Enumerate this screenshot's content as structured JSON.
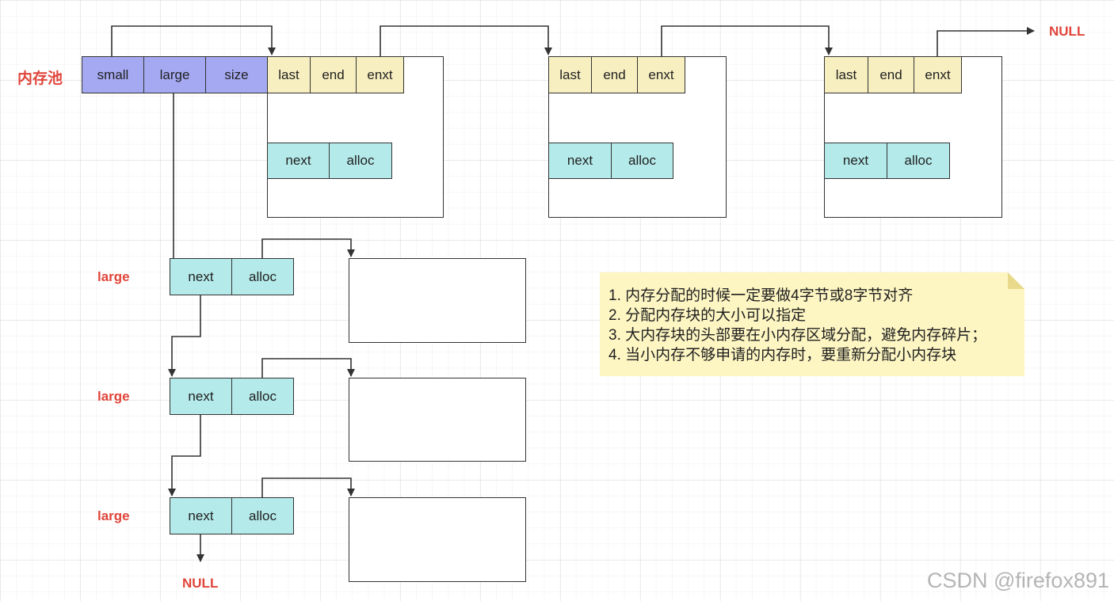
{
  "pool_label": "内存池",
  "pool_fields": {
    "small": "small",
    "large": "large",
    "size": "size"
  },
  "small_blocks": [
    {
      "last": "last",
      "end": "end",
      "next_field": "enxt",
      "data_next": "next",
      "data_alloc": "alloc"
    },
    {
      "last": "last",
      "end": "end",
      "next_field": "enxt",
      "data_next": "next",
      "data_alloc": "alloc"
    },
    {
      "last": "last",
      "end": "end",
      "next_field": "enxt",
      "data_next": "next",
      "data_alloc": "alloc"
    }
  ],
  "large_blocks": [
    {
      "label": "large",
      "next": "next",
      "alloc": "alloc"
    },
    {
      "label": "large",
      "next": "next",
      "alloc": "alloc"
    },
    {
      "label": "large",
      "next": "next",
      "alloc": "alloc"
    }
  ],
  "null_top": "NULL",
  "null_bottom": "NULL",
  "notes": [
    "1. 内存分配的时候一定要做4字节或8字节对齐",
    "2. 分配内存块的大小可以指定",
    "3. 大内存块的头部要在小内存区域分配，避免内存碎片；",
    "4. 当小内存不够申请的内存时，要重新分配小内存块"
  ],
  "watermark": "CSDN @firefox891",
  "colors": {
    "pool_header": "#a4a9f1",
    "block_header": "#f7efc0",
    "data_cell": "#b5eaea",
    "label_red": "#e0453a",
    "note_bg": "#fdf5c2",
    "line": "#333333"
  }
}
